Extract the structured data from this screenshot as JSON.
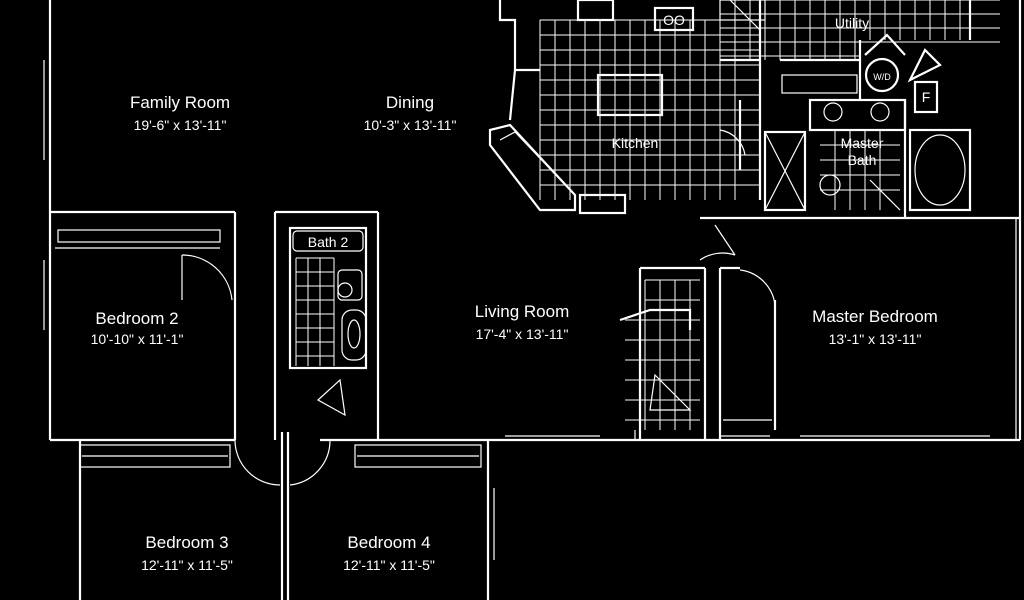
{
  "rooms": {
    "family": {
      "name": "Family Room",
      "dims": "19'-6\" x 13'-11\""
    },
    "dining": {
      "name": "Dining",
      "dims": "10'-3\" x 13'-11\""
    },
    "kitchen": {
      "name": "Kitchen"
    },
    "utility": {
      "name": "Utility"
    },
    "master_bath": {
      "name_line1": "Master",
      "name_line2": "Bath"
    },
    "bath2": {
      "name": "Bath 2"
    },
    "bedroom2": {
      "name": "Bedroom 2",
      "dims": "10'-10\" x 11'-1\""
    },
    "living": {
      "name": "Living Room",
      "dims": "17'-4\" x 13'-11\""
    },
    "master_bed": {
      "name": "Master Bedroom",
      "dims": "13'-1\" x 13'-11\""
    },
    "bedroom3": {
      "name": "Bedroom 3",
      "dims": "12'-11\" x 11'-5\""
    },
    "bedroom4": {
      "name": "Bedroom 4",
      "dims": "12'-11\" x 11'-5\""
    }
  },
  "fixtures": {
    "furnace_label": "F",
    "washer_label": "W/D",
    "range_label": "OO"
  }
}
